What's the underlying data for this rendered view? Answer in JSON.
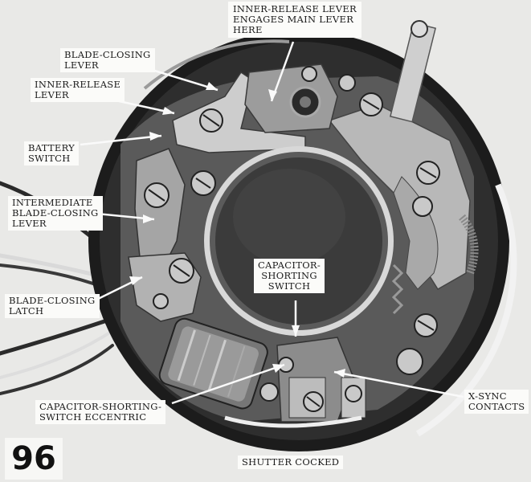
{
  "figure": {
    "labels": {
      "inner_release_engages": [
        "INNER-RELEASE LEVER",
        "ENGAGES MAIN LEVER",
        "HERE"
      ],
      "blade_closing_lever": [
        "BLADE-CLOSING",
        "LEVER"
      ],
      "inner_release_lever": [
        "INNER-RELEASE",
        "LEVER"
      ],
      "battery_switch": [
        "BATTERY",
        "SWITCH"
      ],
      "intermediate_blade_closing_lever": [
        "INTERMEDIATE",
        "BLADE-CLOSING",
        "LEVER"
      ],
      "blade_closing_latch": [
        "BLADE-CLOSING",
        "LATCH"
      ],
      "capacitor_shorting_switch": [
        "CAPACITOR-",
        "SHORTING",
        "SWITCH"
      ],
      "capacitor_shorting_switch_eccentric": [
        "CAPACITOR-SHORTING-",
        "SWITCH ECCENTRIC"
      ],
      "x_sync_contacts": [
        "X-SYNC",
        "CONTACTS"
      ]
    },
    "caption": "SHUTTER COCKED",
    "page_number": "96"
  }
}
